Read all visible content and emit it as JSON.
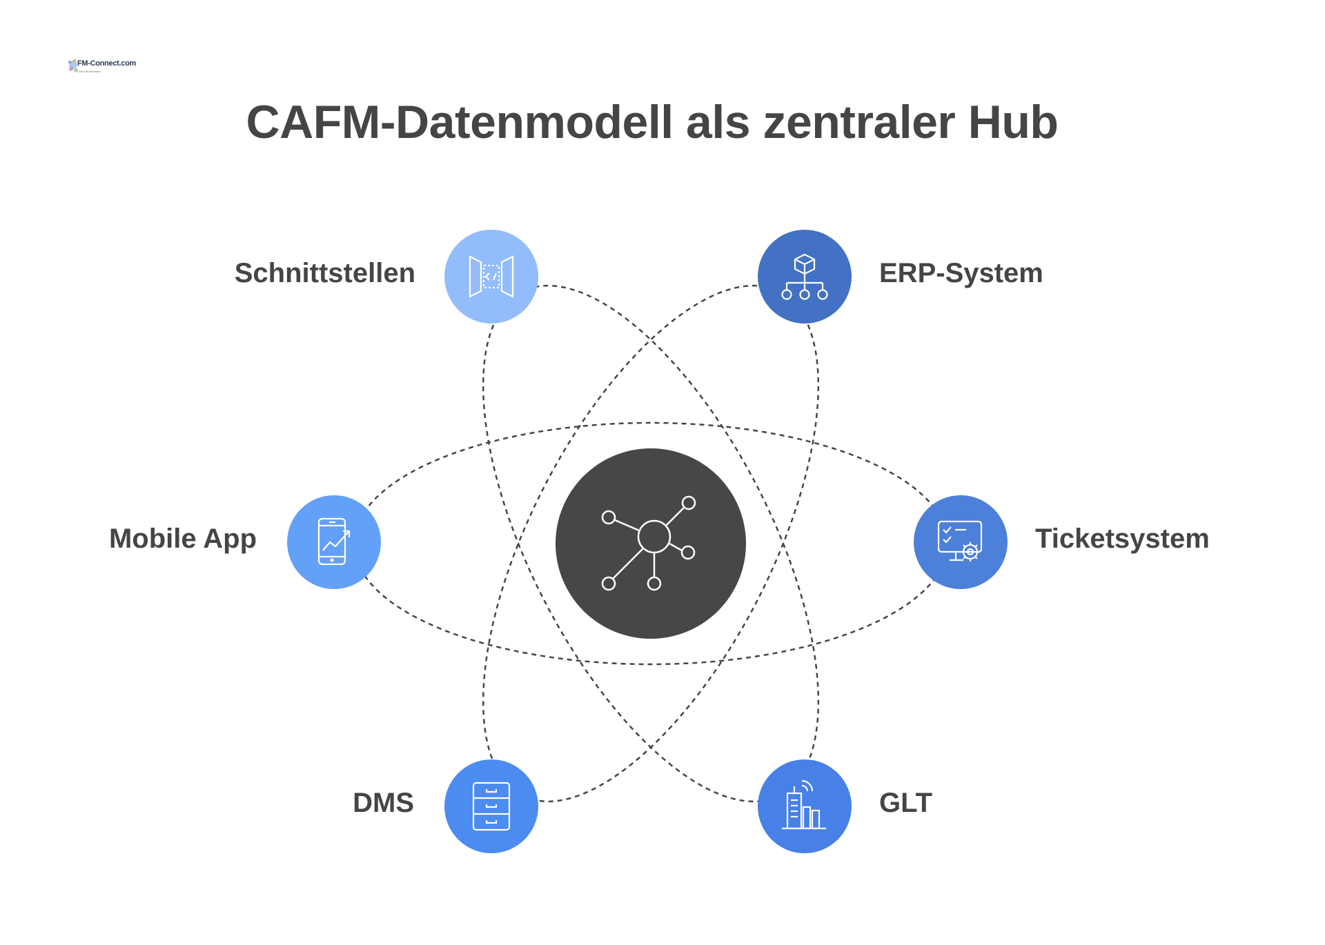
{
  "logo": {
    "text": "FM-Connect.com",
    "tagline": "Das FM Netzwerk"
  },
  "title": "CAFM-Datenmodell als zentraler Hub",
  "hub": {
    "icon": "network-hub-icon",
    "color": "#474747"
  },
  "nodes": [
    {
      "id": "schnittstellen",
      "label": "Schnittstellen",
      "icon": "api-code-icon",
      "color": "#93BCFB"
    },
    {
      "id": "erp-system",
      "label": "ERP-System",
      "icon": "hierarchy-cube-icon",
      "color": "#4372C4"
    },
    {
      "id": "mobile-app",
      "label": "Mobile App",
      "icon": "smartphone-chart-icon",
      "color": "#63A0F7"
    },
    {
      "id": "ticketsystem",
      "label": "Ticketsystem",
      "icon": "monitor-checklist-gear-icon",
      "color": "#4D80D8"
    },
    {
      "id": "dms",
      "label": "DMS",
      "icon": "file-cabinet-icon",
      "color": "#4C8BF0"
    },
    {
      "id": "glt",
      "label": "GLT",
      "icon": "building-signal-icon",
      "color": "#4781E7"
    }
  ]
}
